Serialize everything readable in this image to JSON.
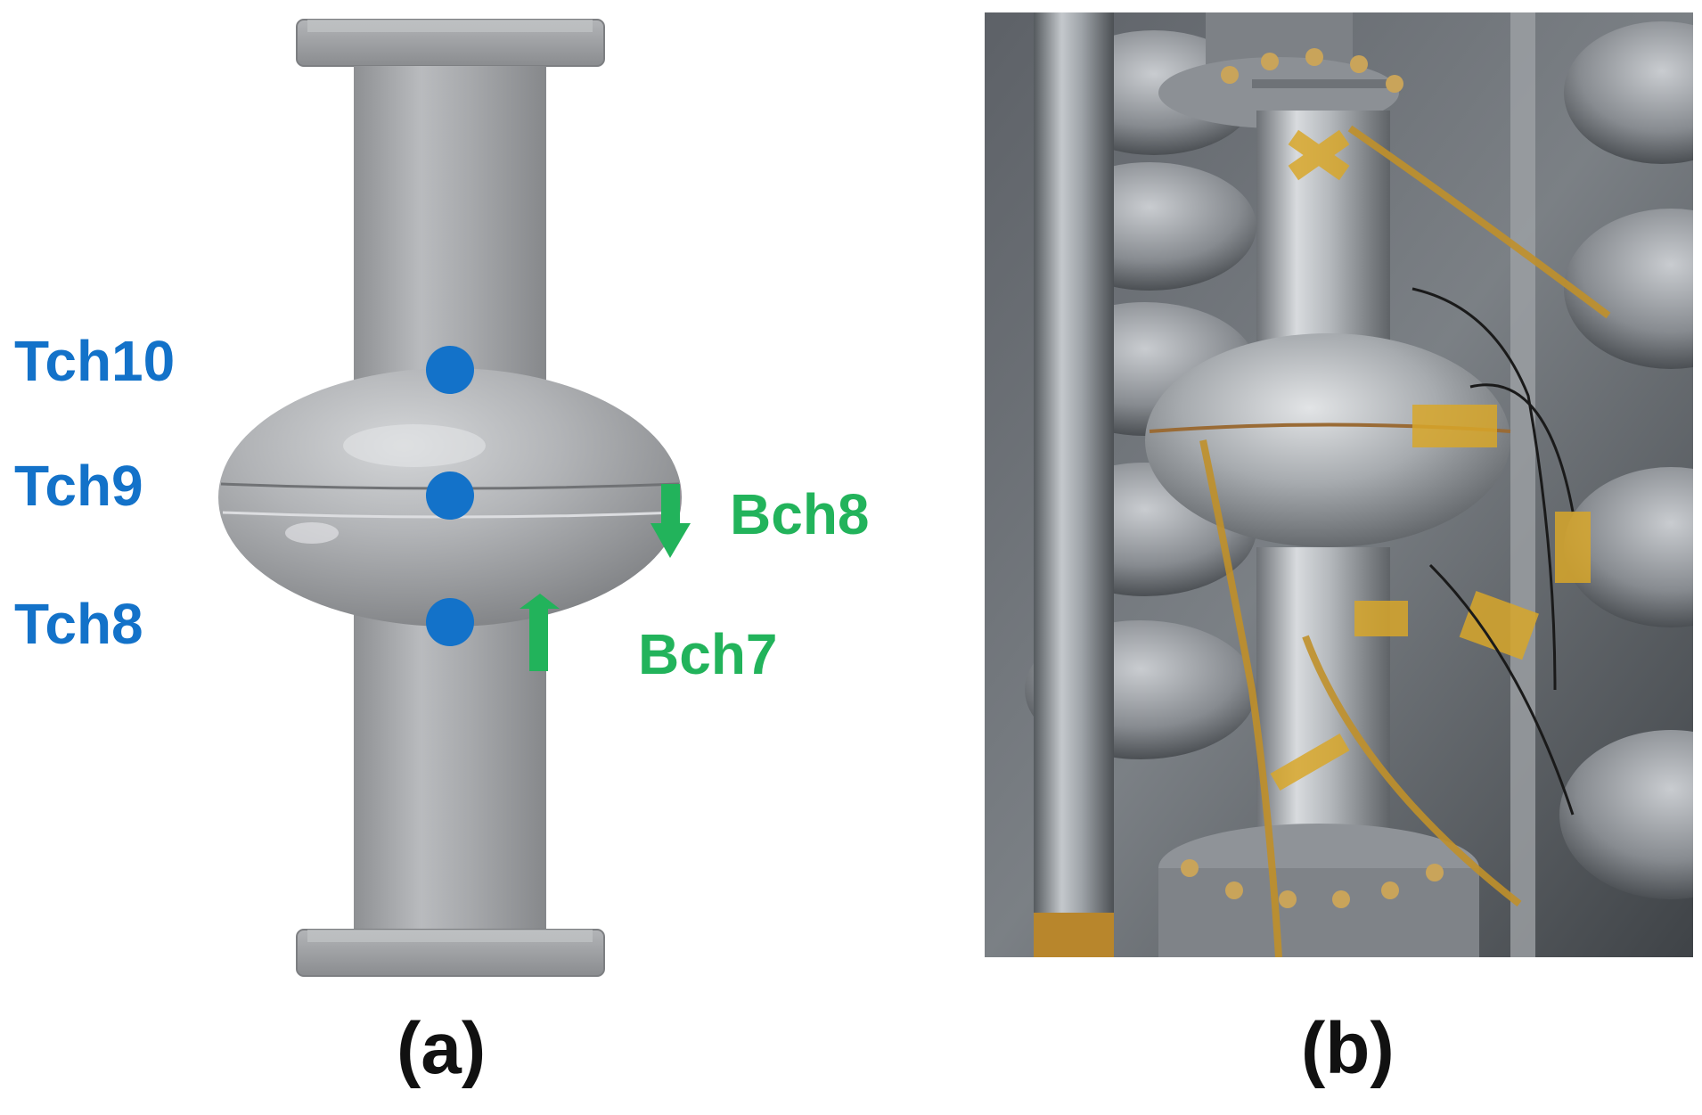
{
  "panel_a": {
    "caption": "(a)",
    "temperature_sensors": [
      {
        "label": "Tch10"
      },
      {
        "label": "Tch9"
      },
      {
        "label": "Tch8"
      }
    ],
    "magnetic_sensors": [
      {
        "label": "Bch8",
        "direction": "down"
      },
      {
        "label": "Bch7",
        "direction": "up"
      }
    ],
    "colors": {
      "temperature": "#1372c9",
      "magnetic": "#22b35b",
      "cavity": "#a8aaad"
    }
  },
  "panel_b": {
    "caption": "(b)"
  }
}
